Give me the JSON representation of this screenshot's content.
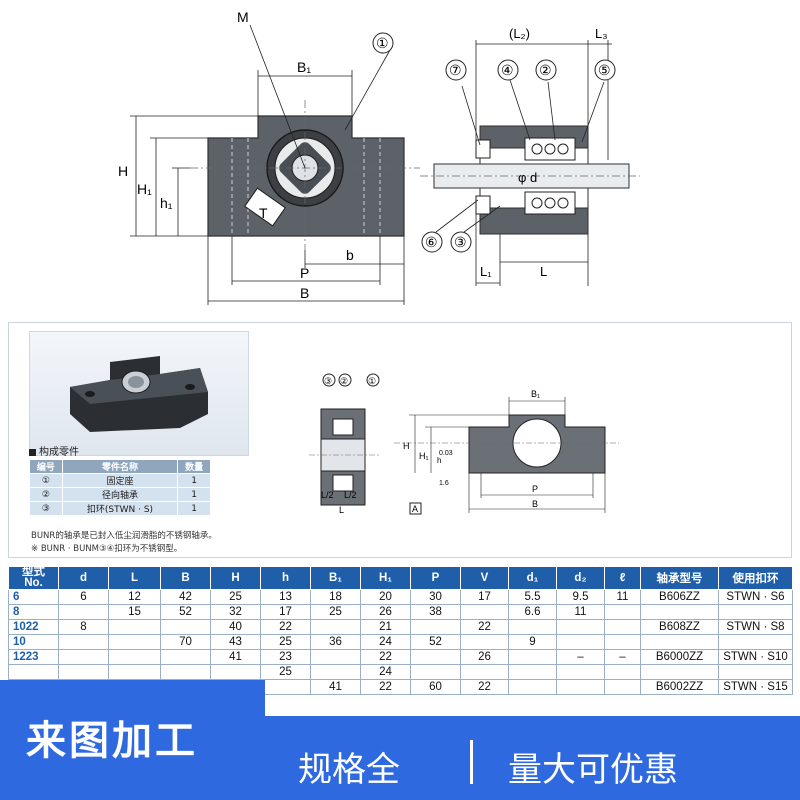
{
  "top_drawing": {
    "label_M": "M",
    "label_B1": "B₁",
    "label_H": "H",
    "label_H1": "H₁",
    "label_h1": "h₁",
    "label_T": "T",
    "label_b": "b",
    "label_P": "P",
    "label_B": "B",
    "label_L2": "(L₂)",
    "label_L3": "L₃",
    "label_phid": "φ d",
    "label_L1": "L₁",
    "label_L": "L",
    "callouts": [
      "①",
      "⑦",
      "④",
      "②",
      "⑤",
      "⑥",
      "③"
    ]
  },
  "mid_panel": {
    "parts_title": "构成零件",
    "parts_table": {
      "headers": [
        "编号",
        "零件名称",
        "数量"
      ],
      "rows": [
        [
          "①",
          "固定座",
          "1"
        ],
        [
          "②",
          "径向轴承",
          "1"
        ],
        [
          "③",
          "扣环(STWN · S)",
          "1"
        ]
      ]
    },
    "note1": "BUNR的轴承是已封入低尘润滑脂的不锈钢轴承。",
    "note2": "※ BUNR · BUNM③④扣环为不锈钢型。",
    "drawing_labels": {
      "c3": "③",
      "c2": "②",
      "c1": "①",
      "B1": "B₁",
      "H": "H",
      "H1": "H₁",
      "h": "h",
      "tol": "0.03",
      "rough": "1.6",
      "L2a": "L/2",
      "L2b": "L/2",
      "L": "L",
      "P": "P",
      "B": "B",
      "A": "A"
    }
  },
  "spec_table": {
    "headers": [
      "型式\nNo.",
      "d",
      "L",
      "B",
      "H",
      "h",
      "B₁",
      "H₁",
      "P",
      "V",
      "d₁",
      "d₂",
      "ℓ",
      "轴承型号",
      "使用扣环"
    ],
    "rows": [
      [
        "6",
        "6",
        "12",
        "42",
        "25",
        "13",
        "18",
        "20",
        "30",
        "17",
        "5.5",
        "9.5",
        "11",
        "B606ZZ",
        "STWN · S6"
      ],
      [
        "8",
        "",
        "15",
        "52",
        "32",
        "17",
        "25",
        "26",
        "38",
        "",
        "6.6",
        "11",
        "",
        "",
        ""
      ],
      [
        "1022",
        "8",
        "",
        "",
        "40",
        "22",
        "",
        "21",
        "",
        "22",
        "",
        "",
        "",
        "B608ZZ",
        "STWN · S8"
      ],
      [
        "10",
        "",
        "",
        "70",
        "43",
        "25",
        "36",
        "24",
        "52",
        "",
        "9",
        "",
        "",
        "",
        ""
      ],
      [
        "1223",
        "",
        "",
        "",
        "41",
        "23",
        "",
        "22",
        "",
        "26",
        "",
        "–",
        "–",
        "B6000ZZ",
        "STWN · S10"
      ],
      [
        "",
        "",
        "",
        "",
        "",
        "25",
        "",
        "24",
        "",
        "",
        "",
        "",
        "",
        "",
        ""
      ],
      [
        "",
        "",
        "",
        "",
        "",
        "",
        "41",
        "22",
        "60",
        "22",
        "",
        "",
        "",
        "B6002ZZ",
        "STWN · S15"
      ]
    ]
  },
  "banner": {
    "tag": "来图加工",
    "feature1": "规格全",
    "feature2": "量大可优惠"
  },
  "colors": {
    "banner_blue": "#2e69e0",
    "table_header": "#1f5ea8",
    "drawing_block": "#5c6268"
  }
}
